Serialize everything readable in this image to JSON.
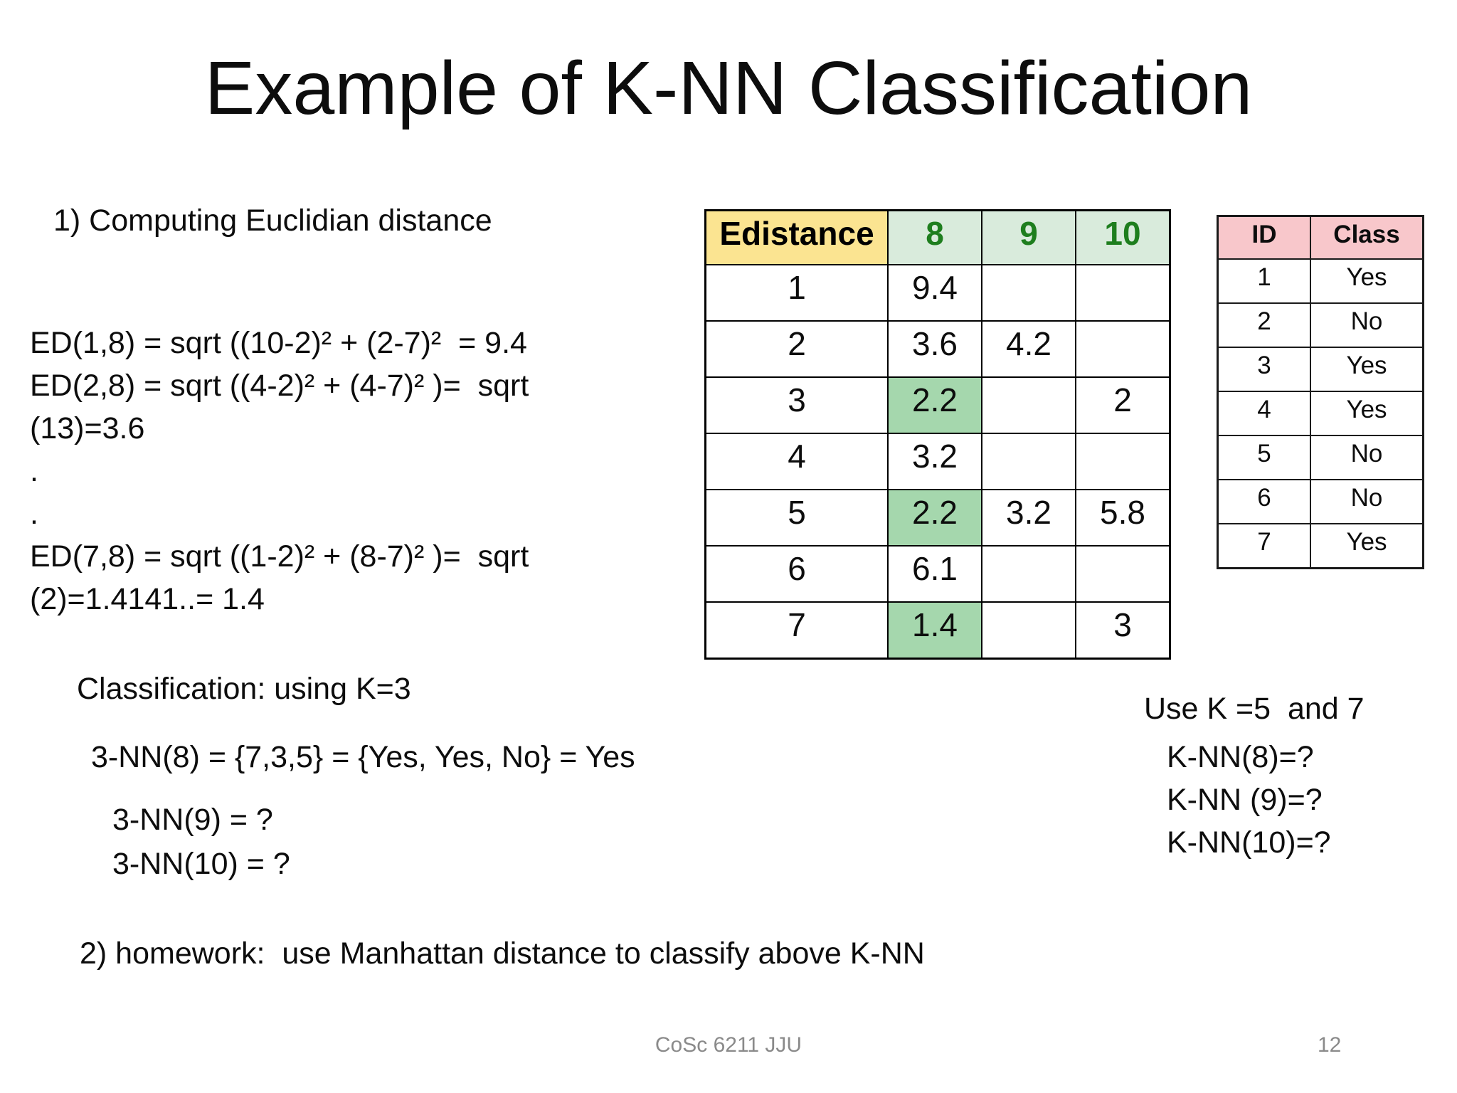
{
  "title": "Example of K-NN Classification",
  "left_panel": {
    "heading": "1) Computing Euclidian distance",
    "ed_lines": [
      "ED(1,8) = sqrt ((10-2)² + (2-7)²  = 9.4",
      "ED(2,8) = sqrt ((4-2)² + (4-7)² )=  sqrt",
      "(13)=3.6",
      ".",
      ".",
      "ED(7,8) = sqrt ((1-2)² + (8-7)² )=  sqrt",
      "(2)=1.4141..= 1.4"
    ]
  },
  "classification": {
    "heading": "Classification: using K=3",
    "line1": "3-NN(8) = {7,3,5} = {Yes, Yes, No} = Yes",
    "line2": "3-NN(9) = ?",
    "line3": "3-NN(10) = ?"
  },
  "use_k": {
    "heading": "Use K =5  and 7",
    "line1": "K-NN(8)=?",
    "line2": "K-NN (9)=?",
    "line3": "K-NN(10)=?"
  },
  "homework": "2) homework:  use Manhattan distance to classify above K-NN",
  "distance_table": {
    "headers": [
      "Edistance",
      "8",
      "9",
      "10"
    ],
    "rows": [
      [
        "1",
        "9.4",
        "",
        ""
      ],
      [
        "2",
        "3.6",
        "4.2",
        ""
      ],
      [
        "3",
        "2.2",
        "",
        "2"
      ],
      [
        "4",
        "3.2",
        "",
        ""
      ],
      [
        "5",
        "2.2",
        "3.2",
        "5.8"
      ],
      [
        "6",
        "6.1",
        "",
        ""
      ],
      [
        "7",
        "1.4",
        "",
        "3"
      ]
    ],
    "highlighted_cells": "column 8 rows 3, 5, 7"
  },
  "id_class_table": {
    "headers": [
      "ID",
      "Class"
    ],
    "rows": [
      [
        "1",
        "Yes"
      ],
      [
        "2",
        "No"
      ],
      [
        "3",
        "Yes"
      ],
      [
        "4",
        "Yes"
      ],
      [
        "5",
        "No"
      ],
      [
        "6",
        "No"
      ],
      [
        "7",
        "Yes"
      ]
    ]
  },
  "footer": {
    "course": "CoSc 6211 JJU",
    "page": "12"
  },
  "colors": {
    "edistance_header_bg": "#FBE491",
    "number_header_bg": "#D9EBDC",
    "number_header_text": "#1E7E1E",
    "highlight_cell_bg": "#A5D7AD",
    "id_header_bg": "#F8C7CB",
    "footer_text": "#8A8A8A"
  }
}
